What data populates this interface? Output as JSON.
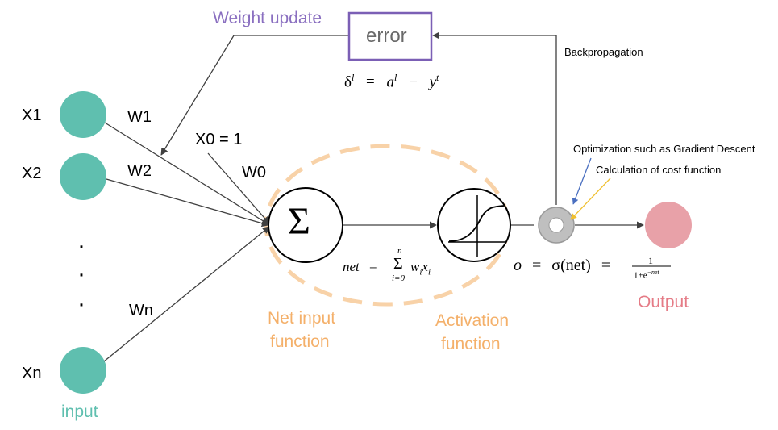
{
  "labels": {
    "weight_update": "Weight update",
    "error": "error",
    "backpropagation": "Backpropagation",
    "optimization": "Optimization such as Gradient Descent",
    "cost": "Calculation of cost function",
    "net_input_line1": "Net input",
    "net_input_line2": "function",
    "activation_line1": "Activation",
    "activation_line2": "function",
    "output": "Output",
    "input": "input",
    "bias_input": "X0 = 1",
    "dots": [
      "·",
      "·",
      "·"
    ]
  },
  "inputs": [
    {
      "label": "X1",
      "weight": "W1"
    },
    {
      "label": "X2",
      "weight": "W2"
    },
    {
      "label": "Xn",
      "weight": "Wn"
    }
  ],
  "bias_weight": "W0",
  "formulas": {
    "delta": "δ",
    "delta_sup": "l",
    "eq": "=",
    "a": "a",
    "a_sup": "l",
    "minus": "−",
    "y": "y",
    "y_sup": "t",
    "net": "net",
    "sum_symbol": "Σ",
    "sum_upper": "n",
    "sum_lower": "i=0",
    "sum_term_w": "w",
    "sum_term_i1": "i",
    "sum_term_x": "x",
    "sum_term_i2": "i",
    "o": "o",
    "sigma": "σ(net)",
    "frac_num": "1",
    "frac_den": "1+e",
    "frac_den_sup": "−net"
  },
  "colors": {
    "input_node": "#5fbfaf",
    "output_node": "#e8a1a8",
    "weight_update_text": "#8a6fc0",
    "error_box": "#7b5fb5",
    "dashed_ellipse": "#f8d2a8",
    "function_text": "#f4b06a",
    "output_text": "#e57b86",
    "input_text": "#5fbfaf",
    "arrow_blue": "#4a6fc0",
    "arrow_orange": "#f0c030",
    "ring": "#bfbfbf",
    "lines": "#404040"
  }
}
